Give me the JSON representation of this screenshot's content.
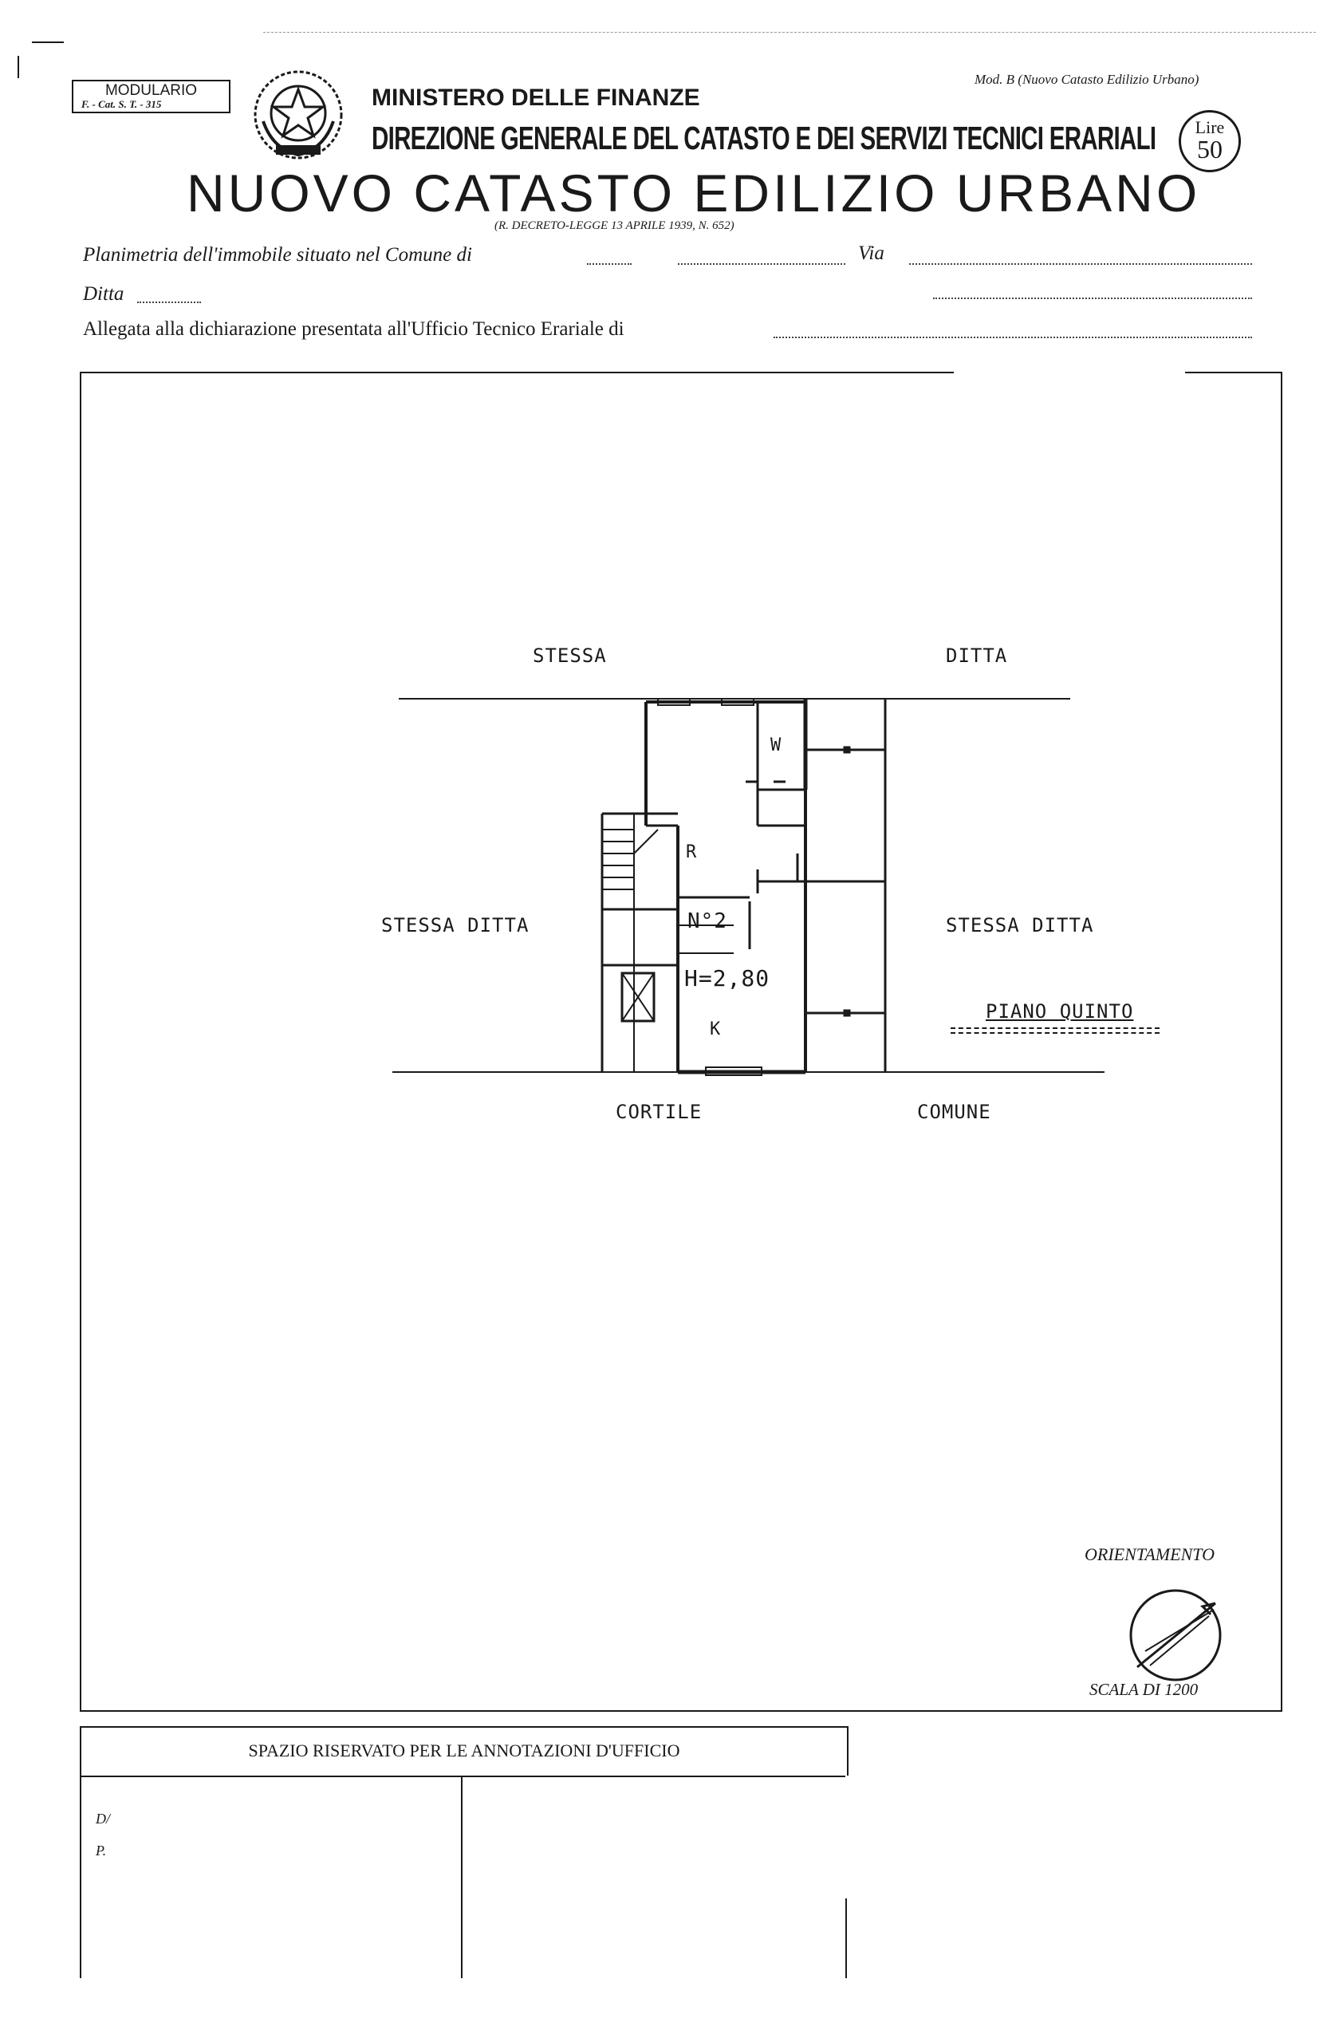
{
  "header": {
    "modulario_line1": "MODULARIO",
    "modulario_line2": "F. - Cat. S. T. - 315",
    "ministry": "MINISTERO DELLE FINANZE",
    "direction": "DIREZIONE GENERALE DEL CATASTO E DEI SERVIZI TECNICI ERARIALI",
    "title": "NUOVO CATASTO EDILIZIO URBANO",
    "decree": "(R. DECRETO-LEGGE 13 APRILE 1939, N. 652)",
    "model": "Mod. B (Nuovo Catasto Edilizio Urbano)",
    "lire_label": "Lire",
    "lire_value": "50"
  },
  "form": {
    "planimetria_label": "Planimetria dell'immobile situato nel Comune di",
    "via_label": "Via",
    "ditta_label": "Ditta",
    "allegata_label": "Allegata alla dichiarazione presentata all'Ufficio Tecnico Erariale di"
  },
  "plan": {
    "top_left": "STESSA",
    "top_right": "DITTA",
    "left": "STESSA DITTA",
    "right": "STESSA DITTA",
    "floor": "PIANO QUINTO",
    "bottom_left": "CORTILE",
    "bottom_right": "COMUNE",
    "room_w": "W",
    "room_r": "R",
    "unit_number": "N°2",
    "height": "H=2,80",
    "room_k": "K"
  },
  "orientation": {
    "label": "ORIENTAMENTO",
    "scale": "SCALA DI 1200"
  },
  "office": {
    "reserved": "SPAZIO RISERVATO PER LE ANNOTAZIONI D'UFFICIO",
    "note_d": "D/",
    "note_p": "P."
  }
}
